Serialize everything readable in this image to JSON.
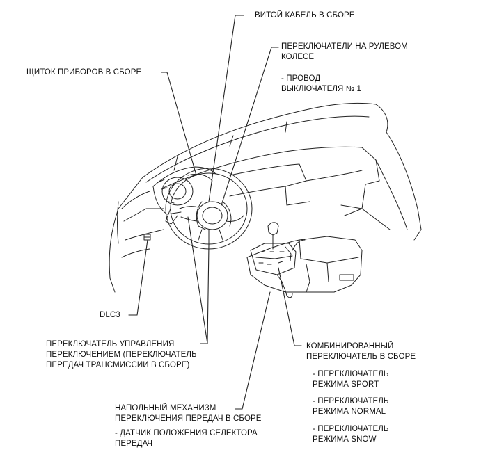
{
  "labels": {
    "spiral_cable": "ВИТОЙ КАБЕЛЬ В СБОРЕ",
    "steering_switches": "ПЕРЕКЛЮЧАТЕЛИ НА РУЛЕВОМ\nКОЛЕСЕ",
    "switch_wire": "- ПРОВОД\nВЫКЛЮЧАТЕЛЯ № 1",
    "combination_meter": "ЩИТОК ПРИБОРОВ В СБОРЕ",
    "dlc3": "DLC3",
    "paddle_switch": "ПЕРЕКЛЮЧАТЕЛЬ УПРАВЛЕНИЯ\nПЕРЕКЛЮЧЕНИЕМ (ПЕРЕКЛЮЧАТЕЛЬ\nПЕРЕДАЧ ТРАНСМИССИИ В СБОРЕ)",
    "combined_switch": "КОМБИНИРОВАННЫЙ\nПЕРЕКЛЮЧАТЕЛЬ В СБОРЕ",
    "sport_mode": "- ПЕРЕКЛЮЧАТЕЛЬ\nРЕЖИМА SPORT",
    "normal_mode": "- ПЕРЕКЛЮЧАТЕЛЬ\nРЕЖИМА NORMAL",
    "snow_mode": "- ПЕРЕКЛЮЧАТЕЛЬ\nРЕЖИМА SNOW",
    "floor_shift": "НАПОЛЬНЫЙ МЕХАНИЗМ\nПЕРЕКЛЮЧЕНИЯ ПЕРЕДАЧ В СБОРЕ",
    "shift_sensor": "- ДАТЧИК ПОЛОЖЕНИЯ СЕЛЕКТОРА\nПЕРЕДАЧ"
  }
}
